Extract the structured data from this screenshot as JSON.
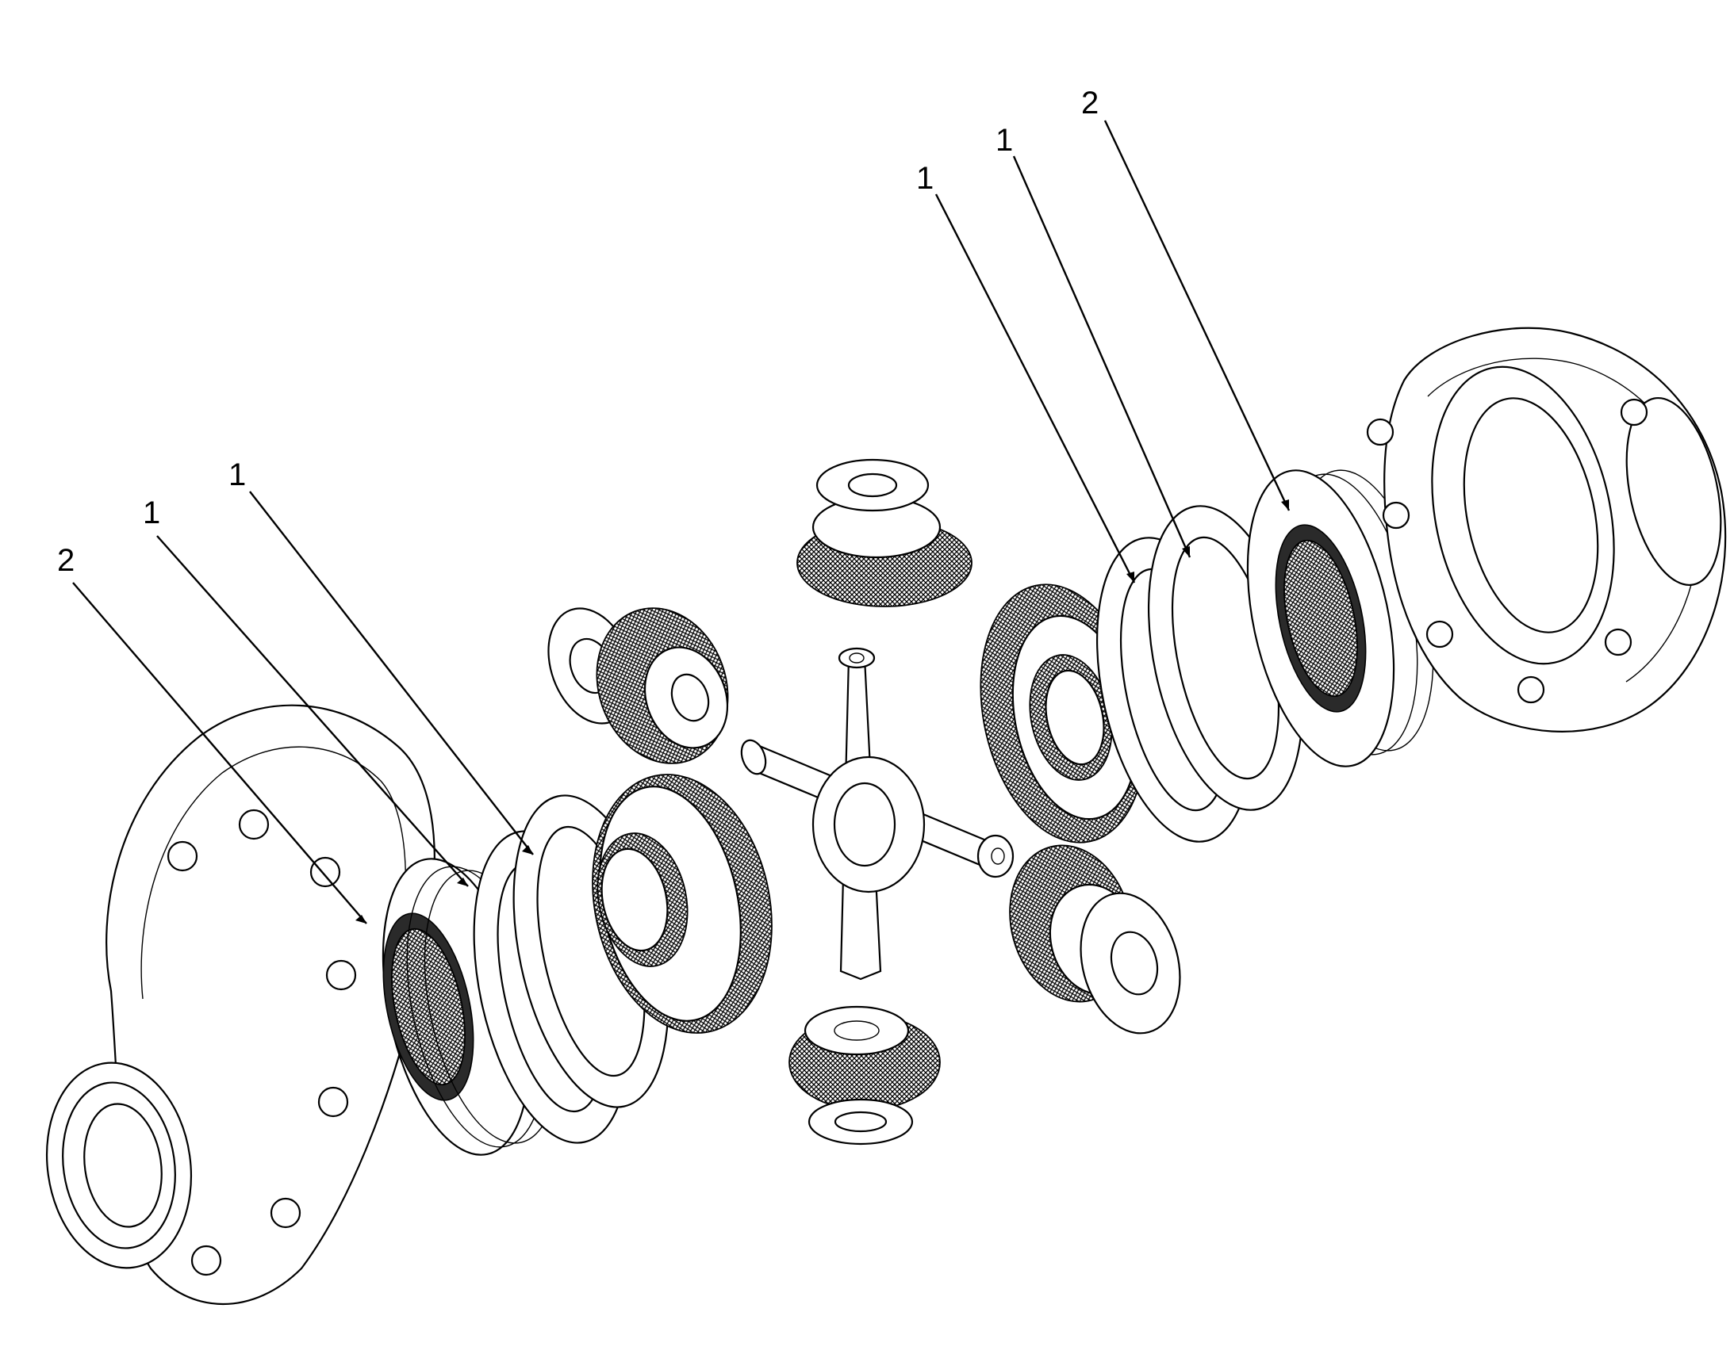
{
  "callouts": [
    {
      "id": "left-outer-2",
      "label": "2"
    },
    {
      "id": "left-mid-1",
      "label": "1"
    },
    {
      "id": "left-inner-1",
      "label": "1"
    },
    {
      "id": "right-inner-1",
      "label": "1"
    },
    {
      "id": "right-mid-1",
      "label": "1"
    },
    {
      "id": "right-outer-2",
      "label": "2"
    }
  ],
  "colors": {
    "line": "#000000",
    "background": "#ffffff",
    "gear_shading": "#2a2a2a"
  }
}
